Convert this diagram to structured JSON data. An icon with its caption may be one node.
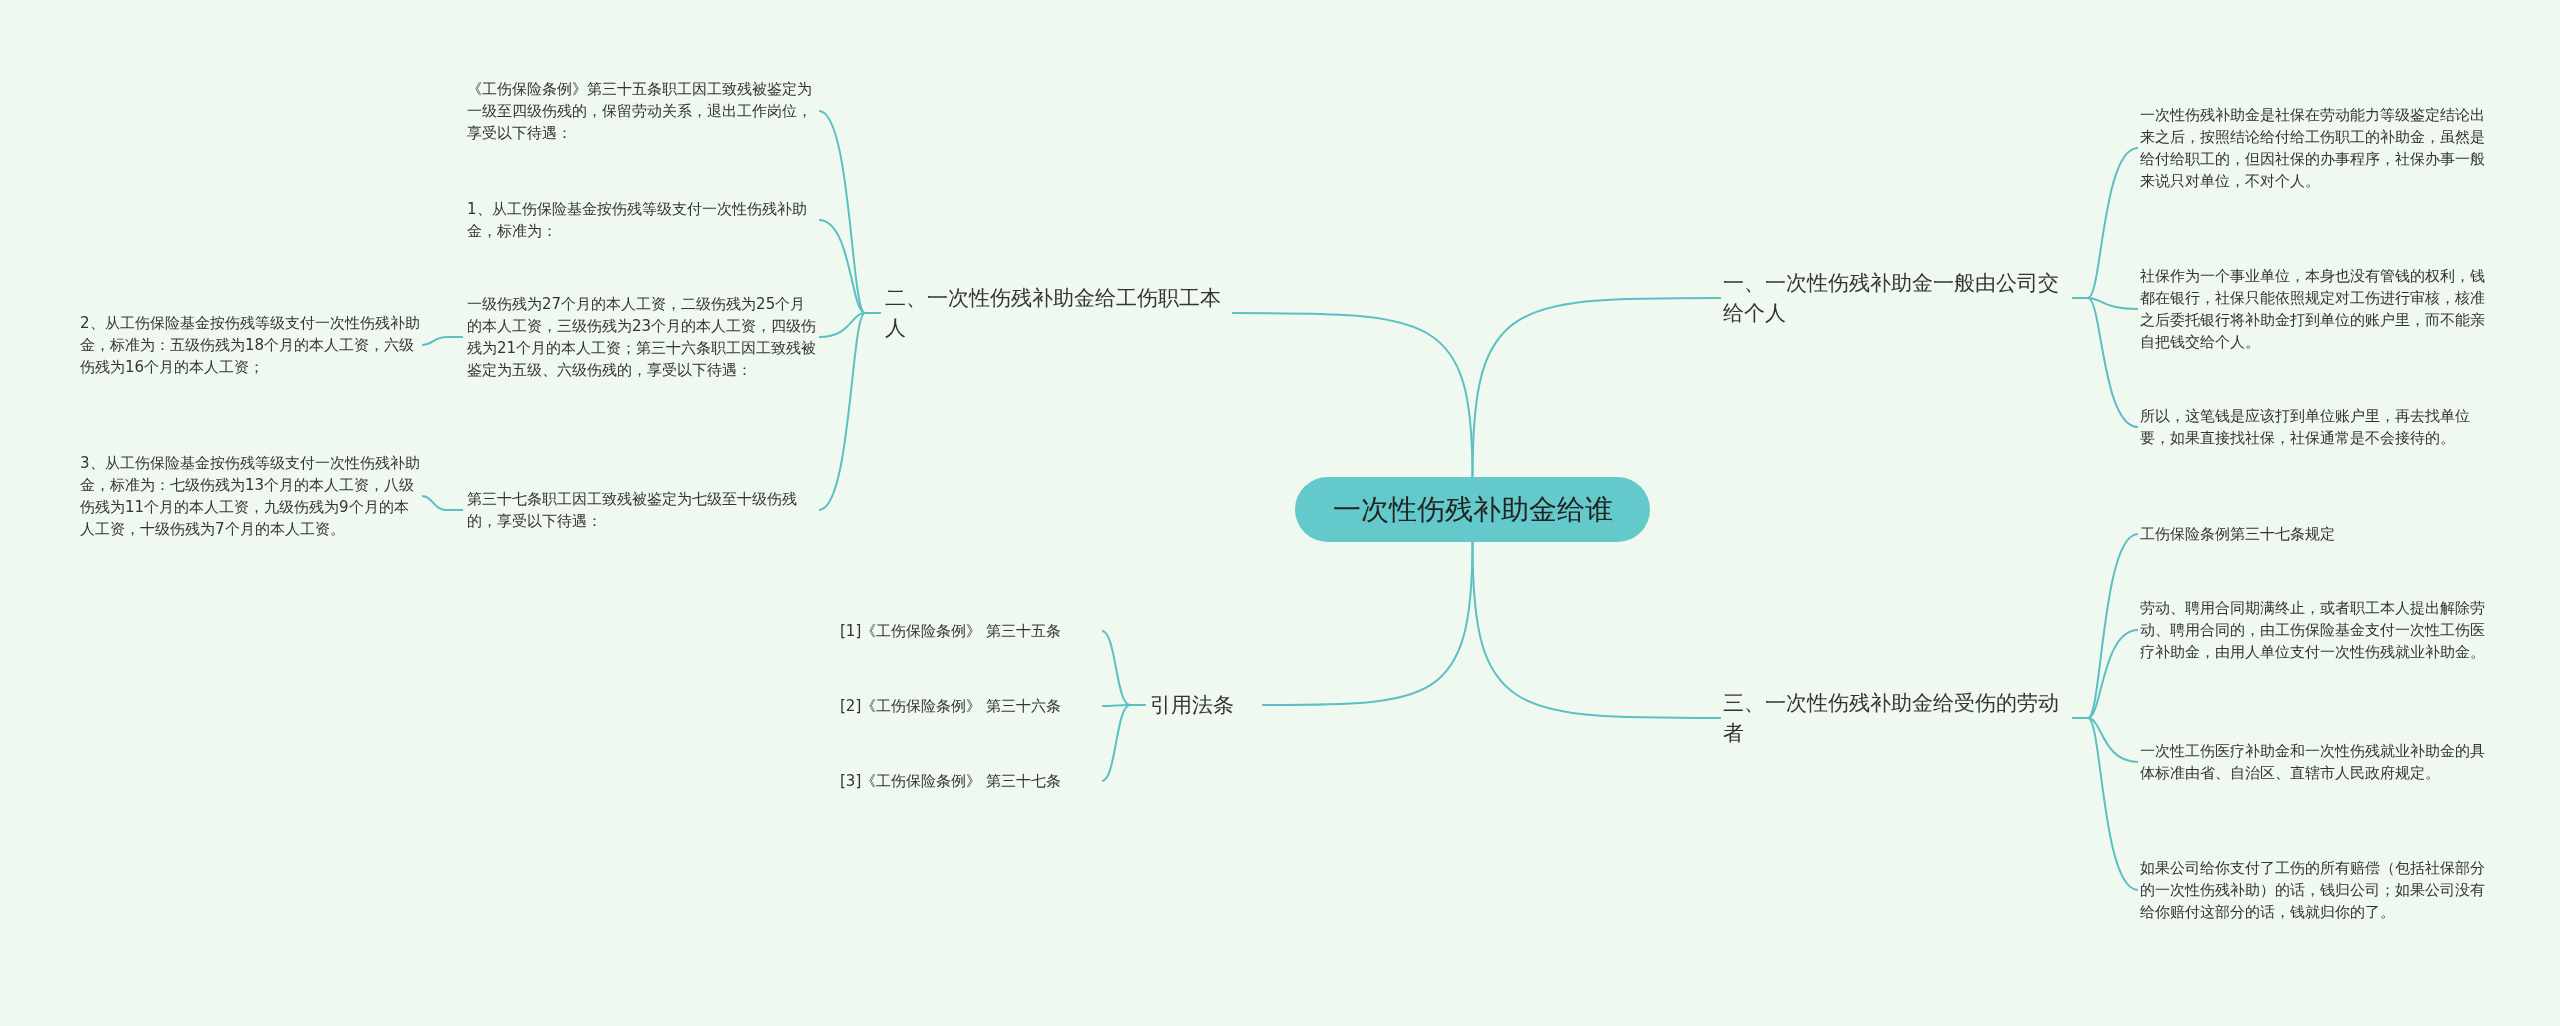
{
  "diagram": {
    "nodes": [
      {
        "text": [
          "一次性伤残补助金给谁"
        ]
      },
      {
        "text": [
          "二、一次性伤残补助金给工伤职工本人"
        ]
      },
      {
        "text": [
          "《工伤保险条例》第三十五条职工因工致残被鉴定为一级至四级伤残的，保留劳动关系，退出工作岗位，享受以下待遇："
        ]
      },
      {
        "text": [
          "1、从工伤保险基金按伤残等级支付一次性伤残补助金，标准为："
        ]
      },
      {
        "text": [
          "一级伤残为27个月的本人工资，二级伤残为25个月的本人工资，三级伤残为23个月的本人工资，四级伤残为21个月的本人工资；第三十六条职工因工致残被鉴定为五级、六级伤残的，享受以下待遇："
        ]
      },
      {
        "text": [
          "第三十七条职工因工致残被鉴定为七级至十级伤残的，享受以下待遇："
        ]
      },
      {
        "text": [
          "2、从工伤保险基金按伤残等级支付一次性伤残补助金，标准为：五级伤残为18个月的本人工资，六级伤残为16个月的本人工资；"
        ]
      },
      {
        "text": [
          "3、从工伤保险基金按伤残等级支付一次性伤残补助金，标准为：七级伤残为13个月的本人工资，八级伤残为11个月的本人工资，九级伤残为9个月的本人工资，十级伤残为7个月的本人工资。"
        ]
      },
      {
        "text": [
          "引用法条"
        ]
      },
      {
        "text": [
          "[1]《工伤保险条例》 第三十五条"
        ]
      },
      {
        "text": [
          "[2]《工伤保险条例》 第三十六条"
        ]
      },
      {
        "text": [
          "[3]《工伤保险条例》 第三十七条"
        ]
      },
      {
        "text": [
          "一、一次性伤残补助金一般由公司交给个人"
        ]
      },
      {
        "text": [
          "一次性伤残补助金是社保在劳动能力等级鉴定结论出来之后，按照结论给付给工伤职工的补助金，虽然是给付给职工的，但因社保的办事程序，社保办事一般来说只对单位，不对个人。"
        ]
      },
      {
        "text": [
          "社保作为一个事业单位，本身也没有管钱的权利，钱都在银行，社保只能依照规定对工伤进行审核，核准之后委托银行将补助金打到单位的账户里，而不能亲自把钱交给个人。"
        ]
      },
      {
        "text": [
          "所以，这笔钱是应该打到单位账户里，再去找单位要，如果直接找社保，社保通常是不会接待的。"
        ]
      },
      {
        "text": [
          "三、一次性伤残补助金给受伤的劳动者"
        ]
      },
      {
        "text": [
          "工伤保险条例第三十七条规定"
        ]
      },
      {
        "text": [
          "劳动、聘用合同期满终止，或者职工本人提出解除劳动、聘用合同的，由工伤保险基金支付一次性工伤医疗补助金，由用人单位支付一次性伤残就业补助金。"
        ]
      },
      {
        "text": [
          "一次性工伤医疗补助金和一次性伤残就业补助金的具体标准由省、自治区、直辖市人民政府规定。"
        ]
      },
      {
        "text": [
          "如果公司给你支付了工伤的所有赔偿（包括社保部分的一次性伤残补助）的话，钱归公司；如果公司没有给你赔付这部分的话，钱就归你的了。"
        ]
      }
    ],
    "edges": [
      {
        "from": 0,
        "to": 1,
        "arrow": "none"
      },
      {
        "from": 1,
        "to": 2,
        "arrow": "none"
      },
      {
        "from": 1,
        "to": 3,
        "arrow": "none"
      },
      {
        "from": 1,
        "to": 4,
        "arrow": "none"
      },
      {
        "from": 1,
        "to": 5,
        "arrow": "none"
      },
      {
        "from": 4,
        "to": 6,
        "arrow": "none"
      },
      {
        "from": 5,
        "to": 7,
        "arrow": "none"
      },
      {
        "from": 0,
        "to": 8,
        "arrow": "none"
      },
      {
        "from": 8,
        "to": 9,
        "arrow": "none"
      },
      {
        "from": 8,
        "to": 10,
        "arrow": "none"
      },
      {
        "from": 8,
        "to": 11,
        "arrow": "none"
      },
      {
        "from": 0,
        "to": 12,
        "arrow": "none"
      },
      {
        "from": 12,
        "to": 13,
        "arrow": "none"
      },
      {
        "from": 12,
        "to": 14,
        "arrow": "none"
      },
      {
        "from": 12,
        "to": 15,
        "arrow": "none"
      },
      {
        "from": 0,
        "to": 16,
        "arrow": "none"
      },
      {
        "from": 16,
        "to": 17,
        "arrow": "none"
      },
      {
        "from": 16,
        "to": 18,
        "arrow": "none"
      },
      {
        "from": 16,
        "to": 19,
        "arrow": "none"
      },
      {
        "from": 16,
        "to": 20,
        "arrow": "none"
      }
    ]
  }
}
